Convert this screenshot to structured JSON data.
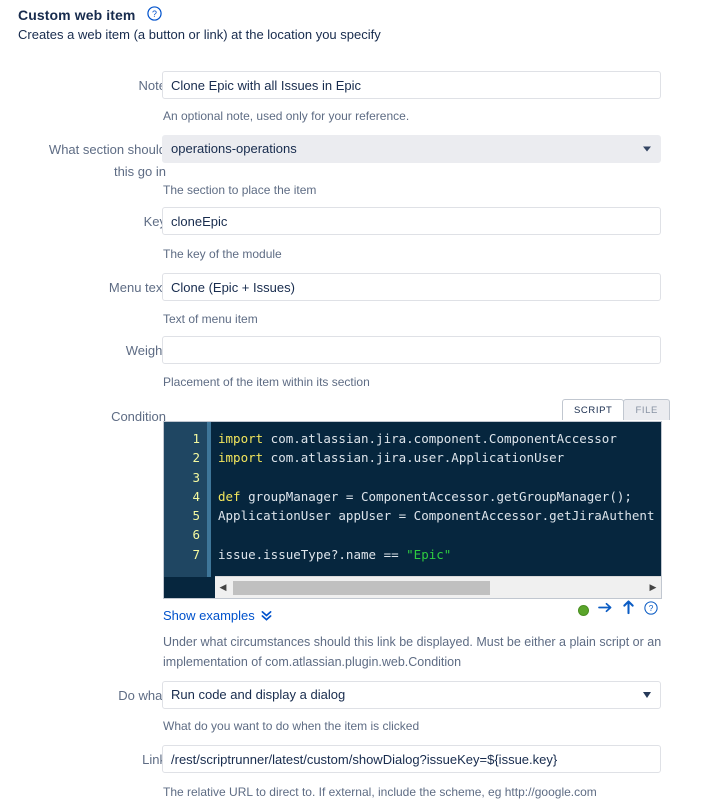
{
  "header": {
    "title": "Custom web item",
    "help_icon": "question-circle-icon",
    "subtitle": "Creates a web item (a button or link) at the location you specify"
  },
  "colors": {
    "link": "#0052CC",
    "label": "#5E6C84",
    "text": "#172B4D",
    "editor_bg": "#06263E",
    "editor_gutter": "#1F4662",
    "keyword": "#F2E55C",
    "string": "#2ECC40",
    "status_green": "#5AA52A"
  },
  "fields": {
    "note": {
      "label": "Note",
      "value": "Clone Epic with all Issues in Epic",
      "placeholder": "",
      "hint": "An optional note, used only for your reference."
    },
    "section": {
      "label_line1": "What section should",
      "label_line2": "this go in",
      "value": "operations-operations",
      "hint": "The section to place the item"
    },
    "key": {
      "label": "Key",
      "value": "cloneEpic",
      "placeholder": "",
      "hint": "The key of the module"
    },
    "menu_text": {
      "label": "Menu text",
      "value": "Clone (Epic + Issues)",
      "placeholder": "",
      "hint": "Text of menu item"
    },
    "weight": {
      "label": "Weight",
      "value": "",
      "placeholder": "",
      "hint": "Placement of the item within its section"
    },
    "condition": {
      "label": "Condition",
      "tabs": [
        {
          "label": "SCRIPT",
          "active": true
        },
        {
          "label": "FILE",
          "active": false
        }
      ],
      "line_numbers": [
        "1",
        "2",
        "3",
        "4",
        "5",
        "6",
        "7"
      ],
      "code_lines": [
        {
          "tokens": [
            {
              "t": "import",
              "c": "kw"
            },
            {
              "t": " com.atlassian.jira.component.ComponentAccessor",
              "c": ""
            }
          ]
        },
        {
          "tokens": [
            {
              "t": "import",
              "c": "kw"
            },
            {
              "t": " com.atlassian.jira.user.ApplicationUser",
              "c": ""
            }
          ]
        },
        {
          "tokens": []
        },
        {
          "tokens": [
            {
              "t": "def",
              "c": "kw"
            },
            {
              "t": " groupManager = ComponentAccessor.getGroupManager();",
              "c": ""
            }
          ]
        },
        {
          "tokens": [
            {
              "t": "ApplicationUser appUser = ComponentAccessor.getJiraAuthent",
              "c": ""
            }
          ]
        },
        {
          "tokens": []
        },
        {
          "tokens": [
            {
              "t": "issue.issueType?.name == ",
              "c": ""
            },
            {
              "t": "\"Epic\"",
              "c": "str"
            }
          ]
        }
      ],
      "show_examples": "Show examples",
      "show_examples_icon": "chevron-double-down-icon",
      "editor_icons": [
        "status-dot-green-icon",
        "arrow-right-icon",
        "arrow-curve-up-icon",
        "question-circle-icon"
      ],
      "hint": "Under what circumstances should this link be displayed. Must be either a plain script or an implementation of com.atlassian.plugin.web.Condition"
    },
    "do_what": {
      "label": "Do what",
      "value": "Run code and display a dialog",
      "hint": "What do you want to do when the item is clicked"
    },
    "link": {
      "label": "Link",
      "value": "/rest/scriptrunner/latest/custom/showDialog?issueKey=${issue.key}",
      "placeholder": "",
      "hint": "The relative URL to direct to. If external, include the scheme, eg http://google.com"
    }
  }
}
